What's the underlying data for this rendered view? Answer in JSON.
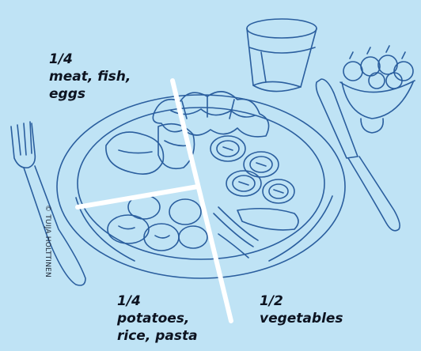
{
  "background_color": "#bfe3f5",
  "line_color": "#2a5e9e",
  "divider_color": "#ffffff",
  "labels": {
    "meat": {
      "fraction": "1/4",
      "lines": [
        "meat, fish,",
        "eggs"
      ]
    },
    "carbs": {
      "fraction": "1/4",
      "lines": [
        "potatoes,",
        "rice, pasta"
      ]
    },
    "vegetables": {
      "fraction": "1/2",
      "lines": [
        "vegetables"
      ]
    }
  },
  "credit": "© TUIJA HOLTTINEN",
  "illustration": {
    "items": [
      "plate",
      "fork",
      "knife",
      "glass",
      "fruit-bowl",
      "tomato-slices",
      "lettuce",
      "potatoes"
    ]
  }
}
